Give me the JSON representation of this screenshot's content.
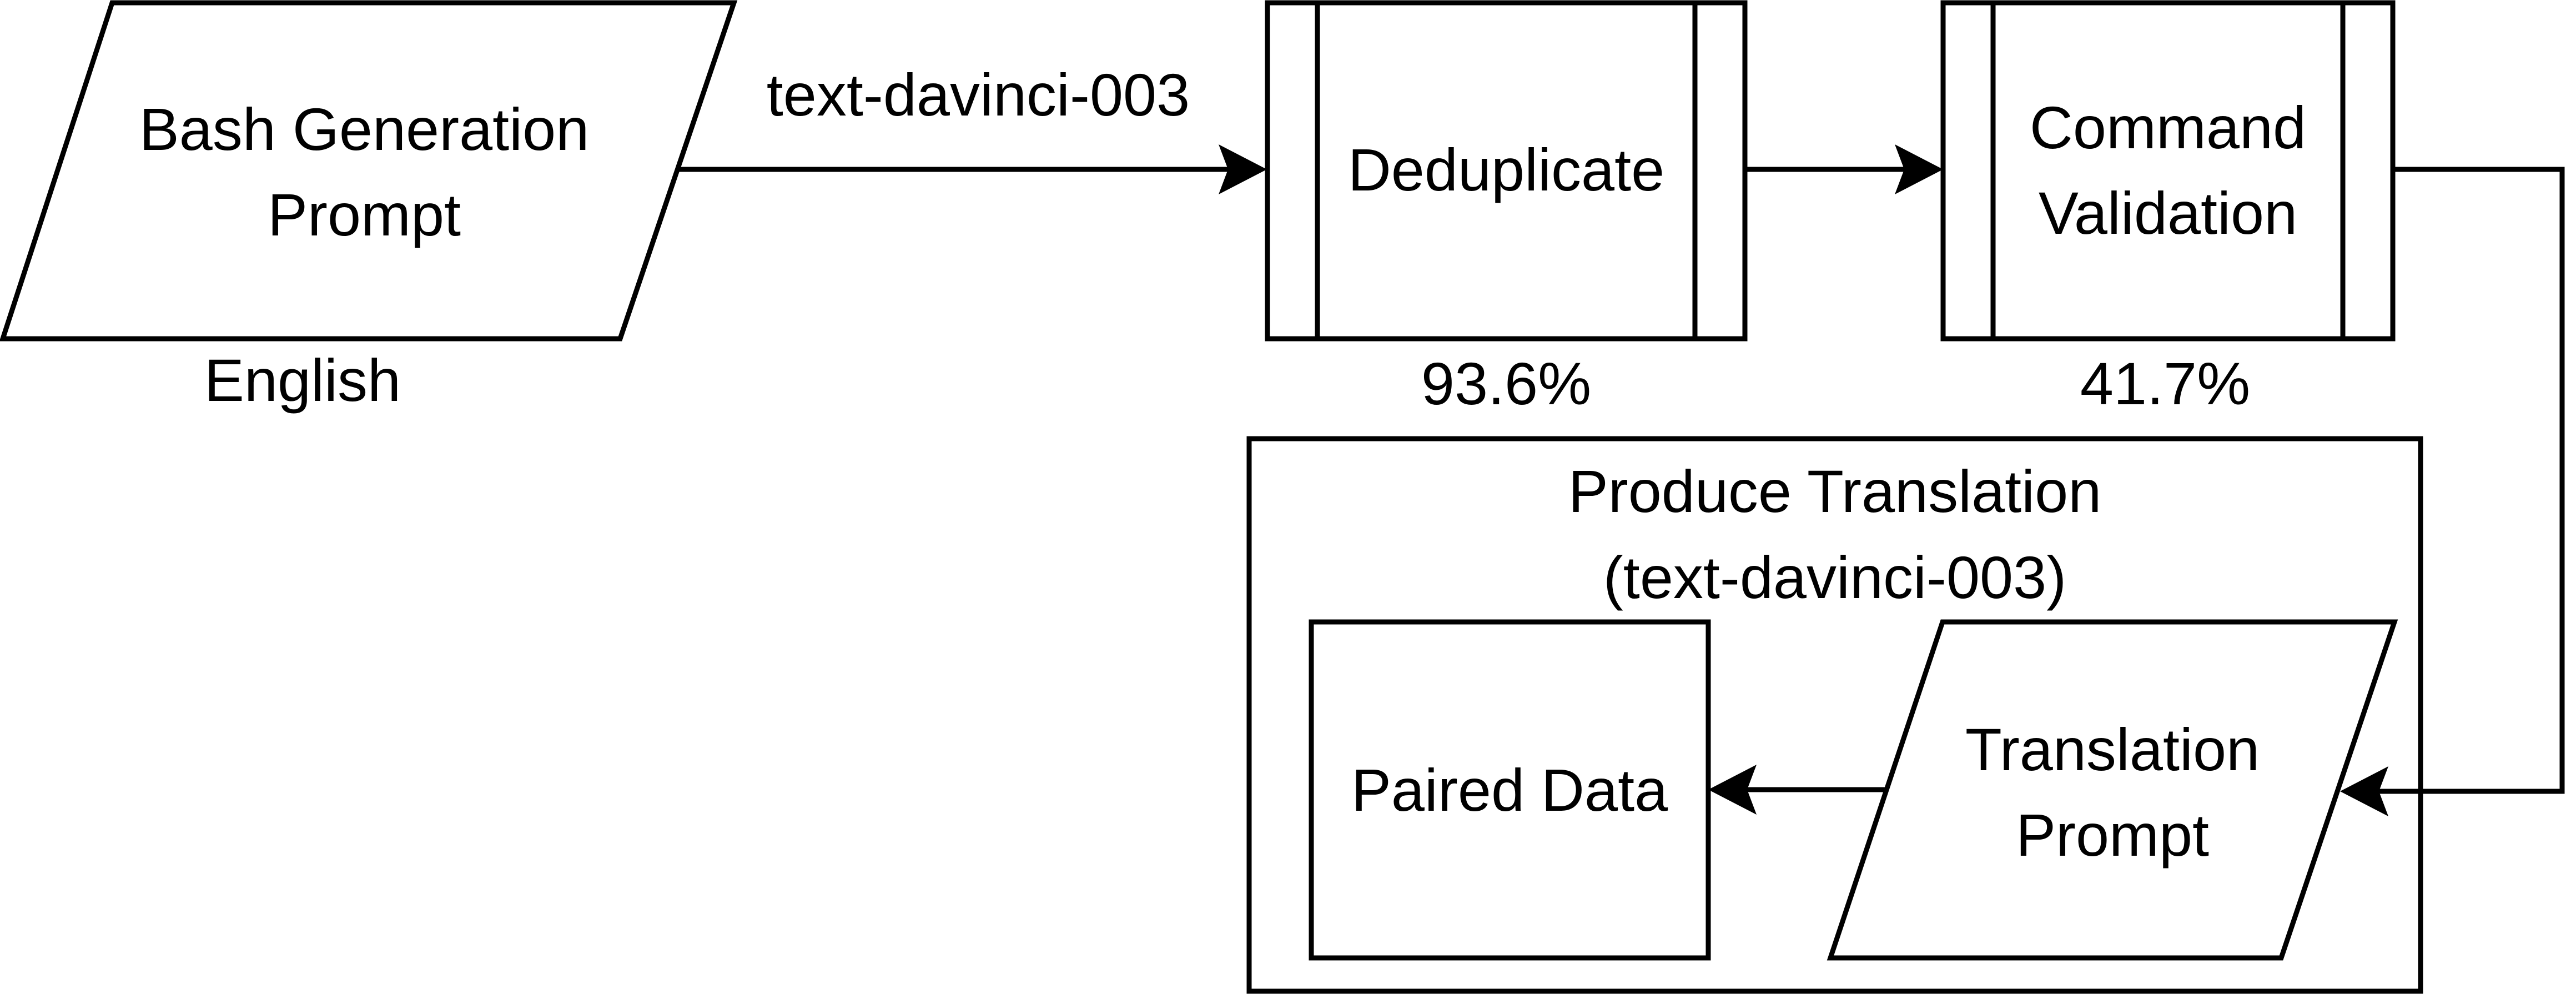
{
  "nodes": {
    "bash_prompt": {
      "line1": "Bash Generation",
      "line2": "Prompt"
    },
    "deduplicate": {
      "label": "Deduplicate"
    },
    "validation": {
      "line1": "Command",
      "line2": "Validation"
    },
    "group": {
      "line1": "Produce Translation",
      "line2": "(text-davinci-003)"
    },
    "translation_prompt": {
      "line1": "Translation",
      "line2": "Prompt"
    },
    "paired_data": {
      "label": "Paired Data"
    }
  },
  "labels": {
    "language": "English",
    "model_edge": "text-davinci-003",
    "dedup_rate": "93.6%",
    "validation_rate": "41.7%"
  }
}
